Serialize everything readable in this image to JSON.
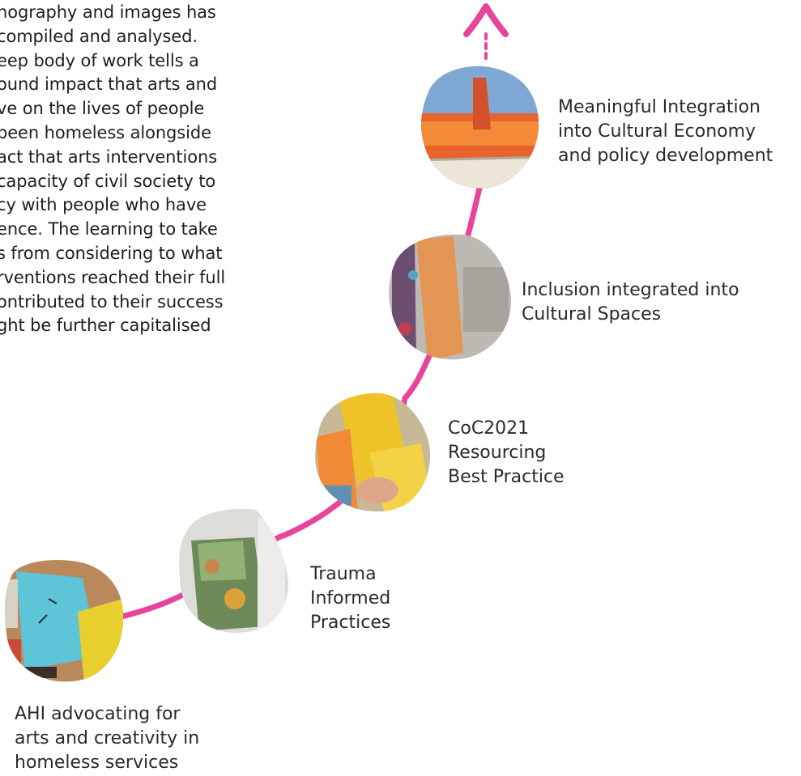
{
  "intro": {
    "lines": [
      "nography and images has",
      "compiled and analysed.",
      "eep body of work tells a",
      "ound impact that arts and",
      "ve on the lives of people",
      "been homeless alongside",
      "act that arts interventions",
      "capacity of civil society to",
      "cy with people who have",
      "ence. The learning to take",
      "s from considering to what",
      "rventions reached their full",
      "ontributed to their success",
      "ght be further capitalised"
    ]
  },
  "milestones": [
    {
      "id": "ahi",
      "label_lines": [
        "AHI advocating for",
        "arts and creativity in",
        "homeless services"
      ]
    },
    {
      "id": "trauma",
      "label_lines": [
        "Trauma",
        "Informed",
        "Practices"
      ]
    },
    {
      "id": "coc",
      "label_lines": [
        "CoC2021",
        "Resourcing",
        "Best Practice"
      ]
    },
    {
      "id": "inclusion",
      "label_lines": [
        "Inclusion integrated into",
        "Cultural Spaces"
      ]
    },
    {
      "id": "integration",
      "label_lines": [
        "Meaningful Integration",
        "into Cultural Economy",
        "and policy development"
      ]
    }
  ],
  "colors": {
    "path": "#e8449c",
    "text": "#1e1e1e"
  }
}
